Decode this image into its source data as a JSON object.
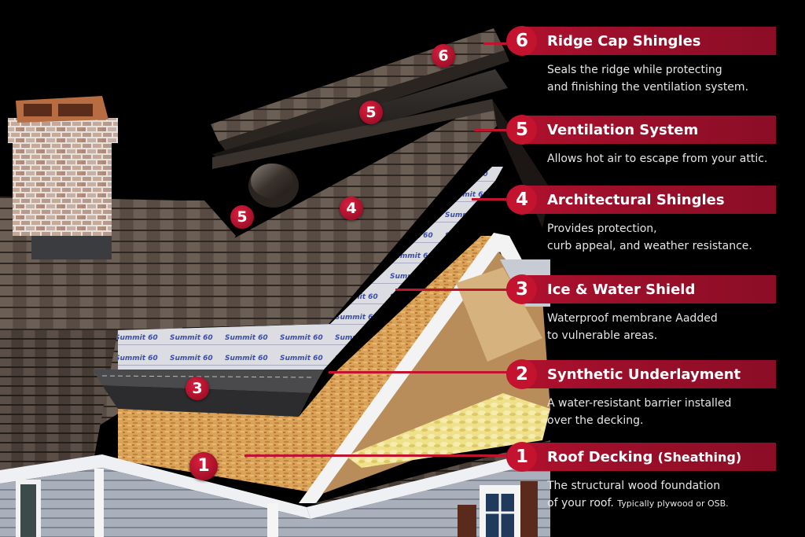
{
  "diagram": {
    "subject": "Roof layer anatomy cutaway",
    "accent_color": "#a50f2b",
    "background_color": "#000000",
    "layers": [
      {
        "number": "6",
        "title": "Ridge Cap Shingles",
        "title_suffix": "",
        "description_line1": "Seals the ridge while protecting",
        "description_line2": "and finishing the ventilation system.",
        "description_note": ""
      },
      {
        "number": "5",
        "title": "Ventilation System",
        "title_suffix": "",
        "description_line1": "Allows hot air to escape from your attic.",
        "description_line2": "",
        "description_note": ""
      },
      {
        "number": "4",
        "title": "Architectural Shingles",
        "title_suffix": "",
        "description_line1": "Provides protection,",
        "description_line2": "curb appeal, and weather resistance.",
        "description_note": ""
      },
      {
        "number": "3",
        "title": "Ice & Water Shield",
        "title_suffix": "",
        "description_line1": "Waterproof membrane Aadded",
        "description_line2": "to vulnerable areas.",
        "description_note": ""
      },
      {
        "number": "2",
        "title": "Synthetic Underlayment",
        "title_suffix": "",
        "description_line1": "A water-resistant barrier installed",
        "description_line2": "over the decking.",
        "description_note": ""
      },
      {
        "number": "1",
        "title": "Roof Decking",
        "title_suffix": "(Sheathing)",
        "description_line1": "The structural wood foundation",
        "description_line2": "of your roof.",
        "description_note": "Typically plywood or OSB."
      }
    ],
    "markers": [
      {
        "number": "6",
        "label": "ridge-cap"
      },
      {
        "number": "5",
        "label": "ridge-vent"
      },
      {
        "number": "5",
        "label": "roof-vent"
      },
      {
        "number": "4",
        "label": "shingles"
      },
      {
        "number": "3",
        "label": "ice-water-shield"
      },
      {
        "number": "1",
        "label": "roof-decking"
      }
    ],
    "underlayment_print": "Summit 60"
  }
}
